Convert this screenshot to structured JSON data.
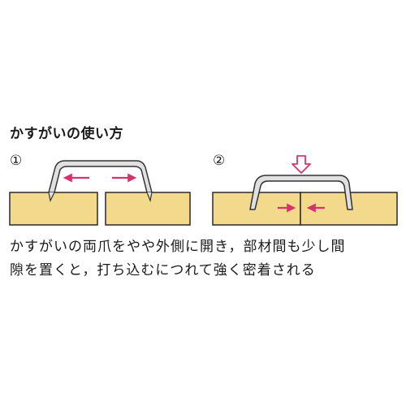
{
  "title": "かすがいの使い方",
  "steps": [
    {
      "label": "①"
    },
    {
      "label": "②"
    }
  ],
  "caption": {
    "line1": "かすがいの両爪をやや外側に開き，部材間も少し間",
    "line2": "隙を置くと，打ち込むにつれて強く密着される"
  },
  "colors": {
    "wood_fill": "#f2d98c",
    "wood_stroke": "#2a2a2a",
    "staple_fill": "#e0e0e0",
    "staple_stroke": "#333333",
    "arrow": "#d6336c"
  },
  "icons": {
    "step1_left_arrow": "arrow-left-icon",
    "step1_right_arrow": "arrow-right-icon",
    "step2_down_arrow": "hollow-arrow-down-icon",
    "step2_right_arrow": "arrow-right-icon",
    "step2_left_arrow": "arrow-left-icon"
  }
}
